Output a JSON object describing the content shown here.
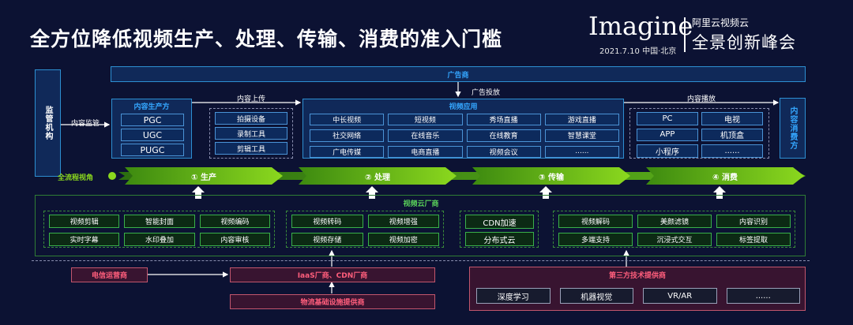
{
  "title": "全方位降低视频生产、处理、传输、消费的准入门槛",
  "brand": {
    "name": "Imagine",
    "date": "2021.7.10  中国·北京",
    "org": "阿里云视频云",
    "event": "全景创新峰会"
  },
  "regulator": "监管机构",
  "advertiser": "广告商",
  "consumer": "内容消费方",
  "flow": {
    "regulate": "内容监管",
    "upload": "内容上传",
    "ad": "广告投放",
    "play": "内容播放"
  },
  "producer": {
    "label": "内容生产方",
    "items": [
      "PGC",
      "UGC",
      "PUGC"
    ]
  },
  "tools": [
    "拍摄设备",
    "录制工具",
    "剪辑工具"
  ],
  "apps": {
    "label": "视频应用",
    "items": [
      "中长视频",
      "短视频",
      "秀场直播",
      "游戏直播",
      "社交网络",
      "在线音乐",
      "在线教育",
      "智慧课堂",
      "广电传媒",
      "电商直播",
      "视频会议",
      "......"
    ]
  },
  "terminals": [
    "PC",
    "电视",
    "APP",
    "机顶盒",
    "小程序",
    "......"
  ],
  "pipeline": {
    "label": "全流程视角",
    "stages": [
      "① 生产",
      "② 处理",
      "③ 传输",
      "④ 消费"
    ]
  },
  "cloud": {
    "label": "视频云厂商",
    "produce": [
      "视频剪辑",
      "智能封面",
      "视频编码",
      "实时字幕",
      "水印叠加",
      "内容审核"
    ],
    "process": [
      "视频转码",
      "视频增强",
      "视频存储",
      "视频加密"
    ],
    "transfer": [
      "CDN加速",
      "分布式云"
    ],
    "consume": [
      "视频解码",
      "美颜滤镜",
      "内容识别",
      "多端支持",
      "沉浸式交互",
      "标签提取"
    ]
  },
  "bottom": {
    "telecom": "电信运营商",
    "iaas": "IaaS厂商、CDN厂商",
    "infra": "物流基础设施提供商",
    "third": "第三方技术提供商",
    "thirdItems": [
      "深度学习",
      "机器视觉",
      "VR/AR",
      "......"
    ]
  }
}
